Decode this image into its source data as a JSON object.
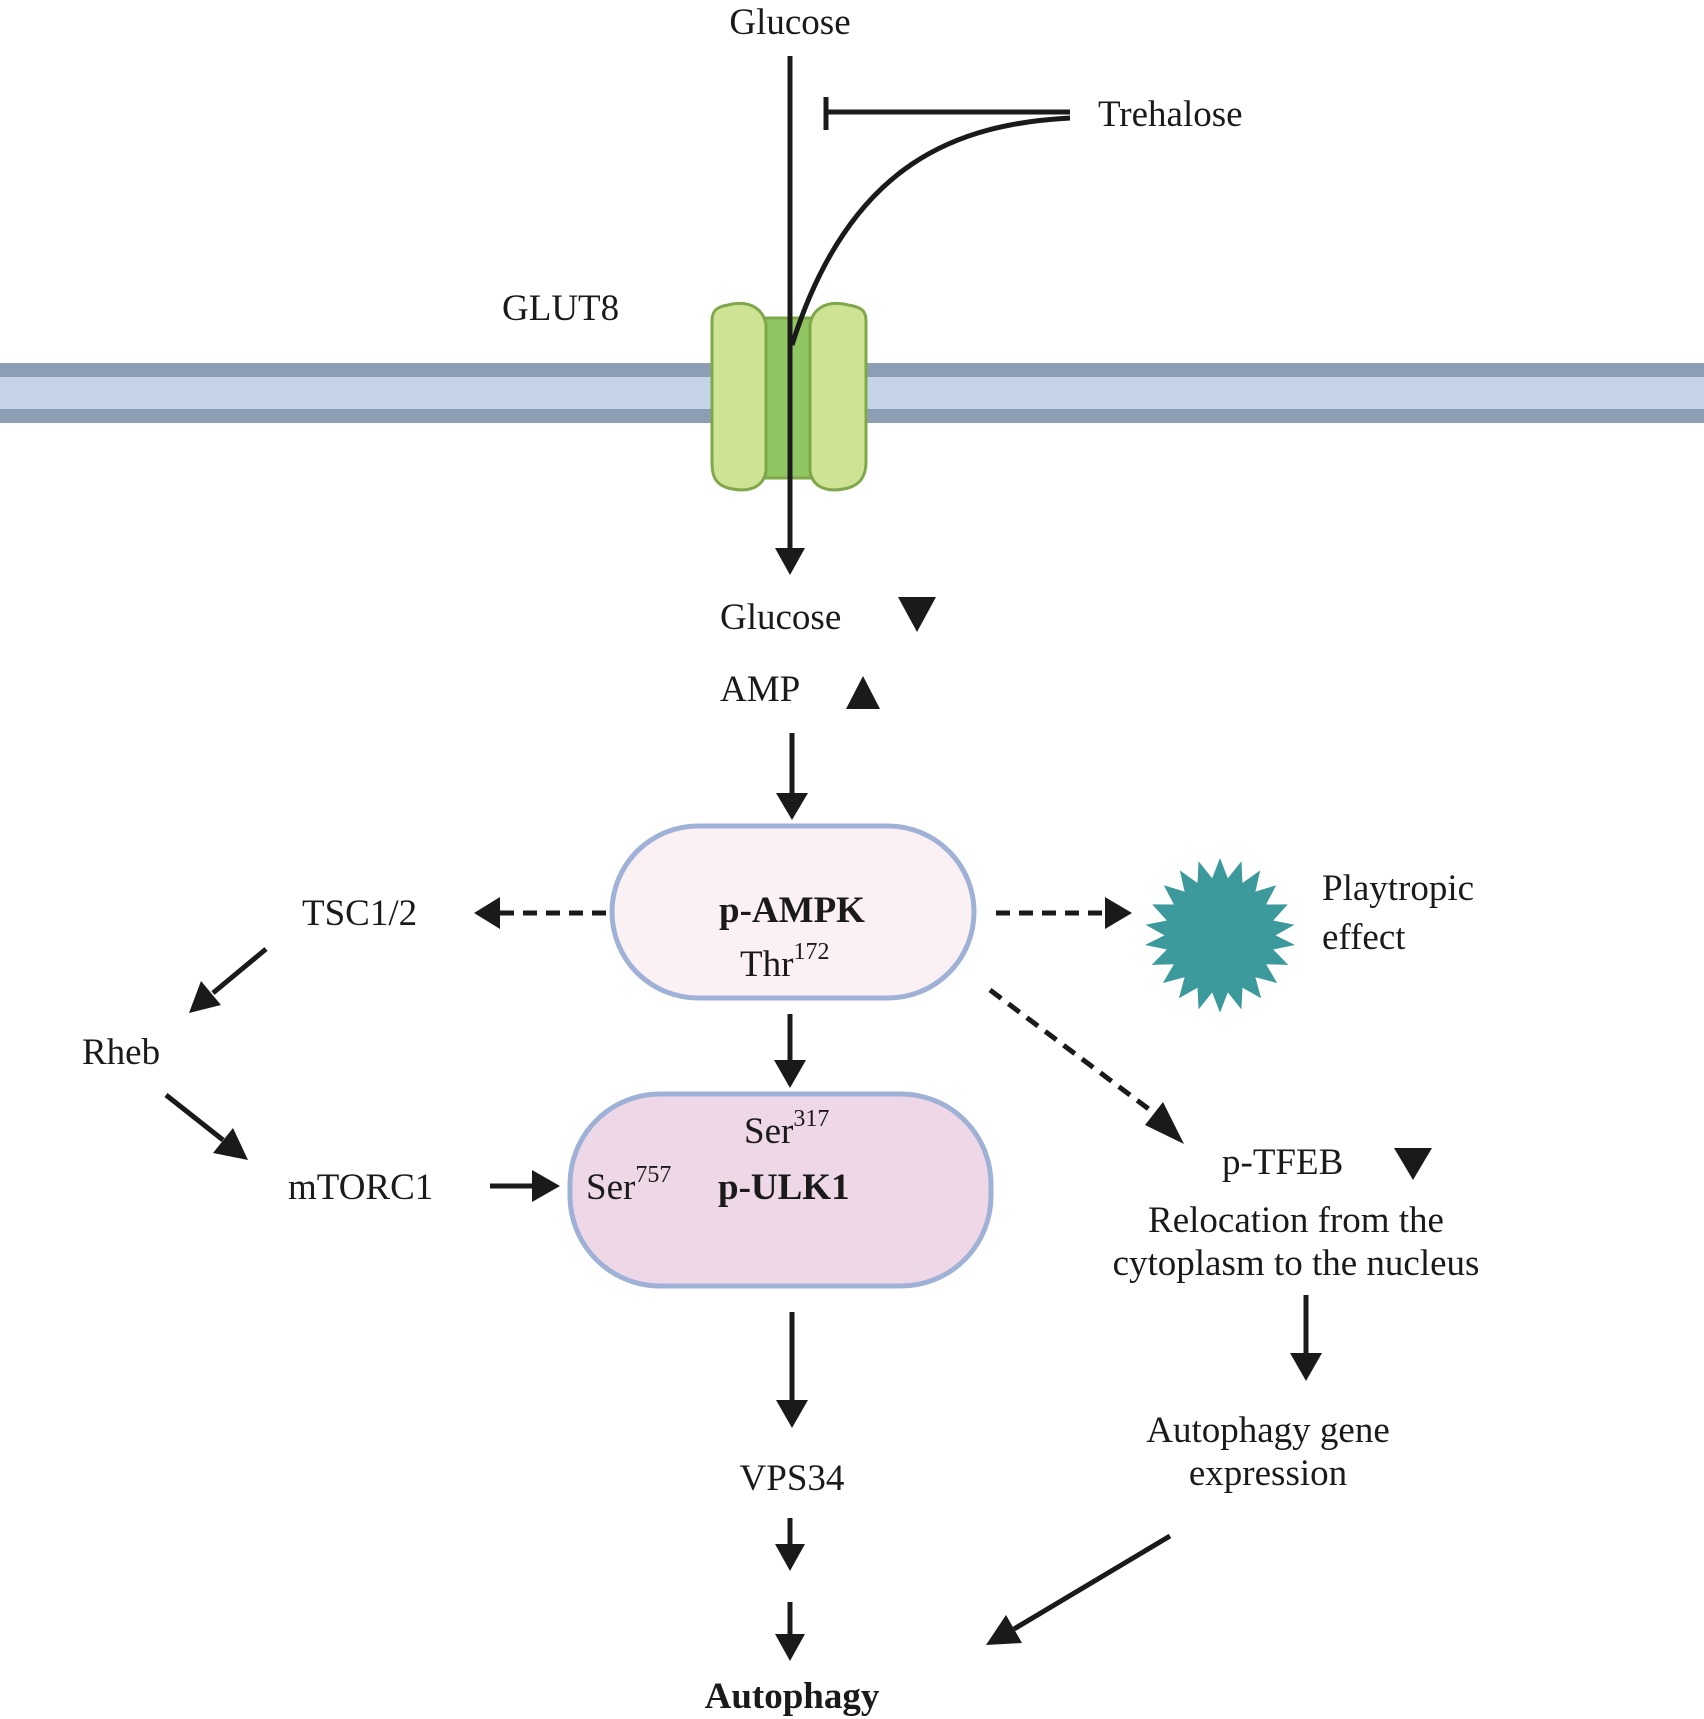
{
  "labels": {
    "glucose_out": "Glucose",
    "trehalose": "Trehalose",
    "glut8": "GLUT8",
    "glucose_in": "Glucose",
    "amp": "AMP",
    "p_ampk": "p-AMPK",
    "thr": "Thr",
    "thr_site": "172",
    "tsc": "TSC1/2",
    "rheb": "Rheb",
    "mtorc1": "mTORC1",
    "ser_a": "Ser",
    "ser_a_site": "317",
    "ser_b": "Ser",
    "ser_b_site": "757",
    "p_ulk1": "p-ULK1",
    "pleiotropic_1": "Playtropic",
    "pleiotropic_2": "effect",
    "p_tfeb": "p-TFEB",
    "relocation_1": "Relocation from the",
    "relocation_2": "cytoplasm to the nucleus",
    "gene_expr_1": "Autophagy gene",
    "gene_expr_2": "expression",
    "vps34": "VPS34",
    "autophagy": "Autophagy"
  },
  "level_indicators": {
    "glucose_in": "decreased",
    "amp": "increased",
    "p_tfeb": "decreased"
  },
  "icons": [
    "transporter-icon",
    "starburst-icon",
    "down-triangle-icon",
    "up-triangle-icon"
  ],
  "colors": {
    "membrane_fill": "#c4d3e7",
    "membrane_edge": "#8d9db3",
    "transporter_light": "#cfe394",
    "transporter_dark": "#90c662",
    "transporter_edge": "#7fa84a",
    "ampk_fill": "#fbf0f4",
    "ulk1_fill": "#eed8e7",
    "node_border": "#9fb1d6",
    "starburst": "#3c9a9d",
    "ink": "#1a1a1a"
  }
}
